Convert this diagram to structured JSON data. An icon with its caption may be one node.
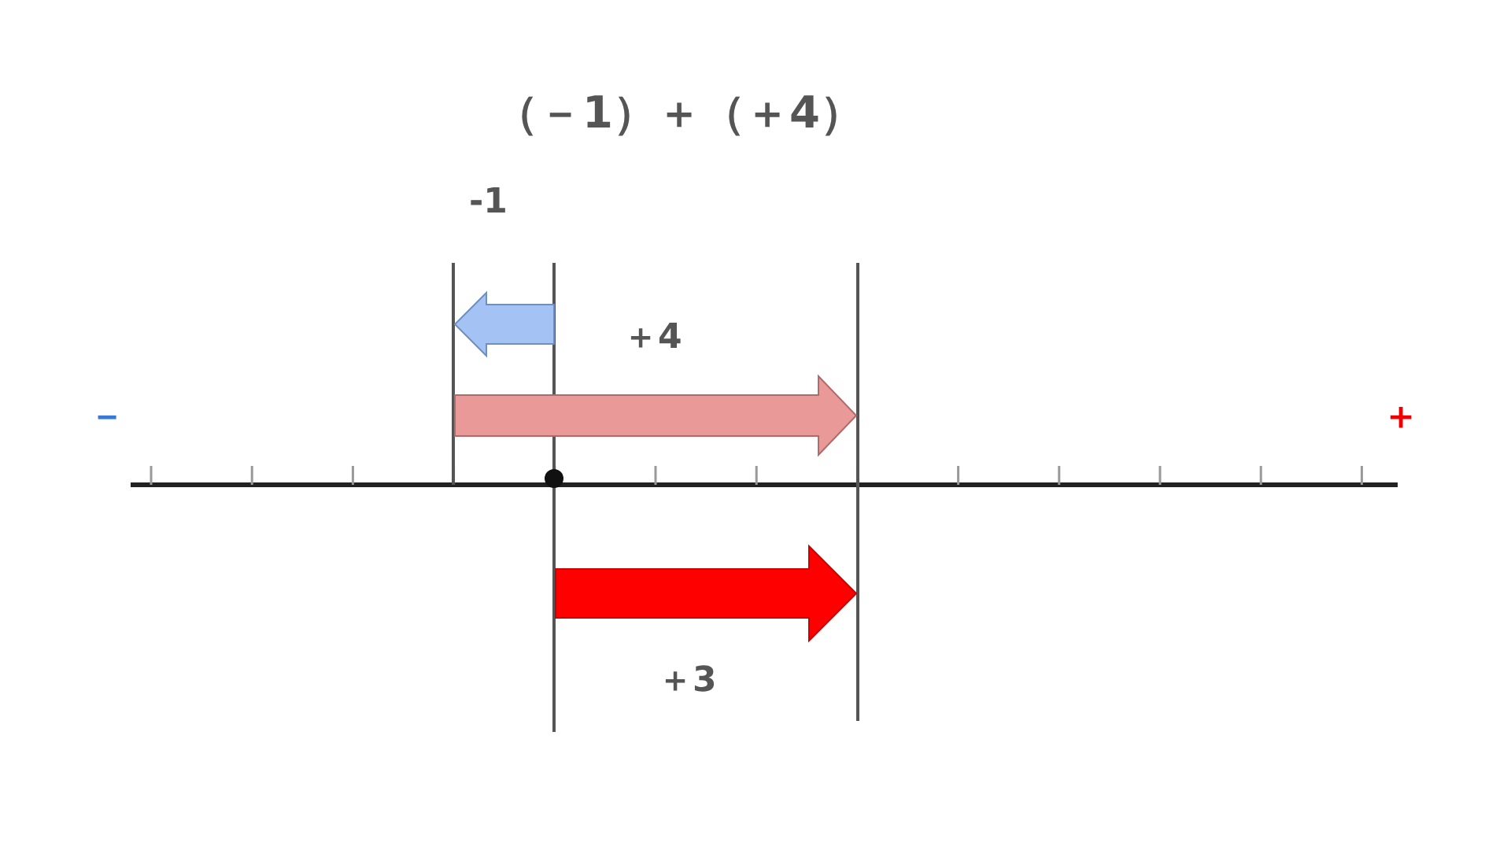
{
  "diagram": {
    "title": "（－1）＋（＋4）",
    "labels": [
      "-1",
      "＋4",
      "－",
      "＋",
      "＋3"
    ]
  }
}
